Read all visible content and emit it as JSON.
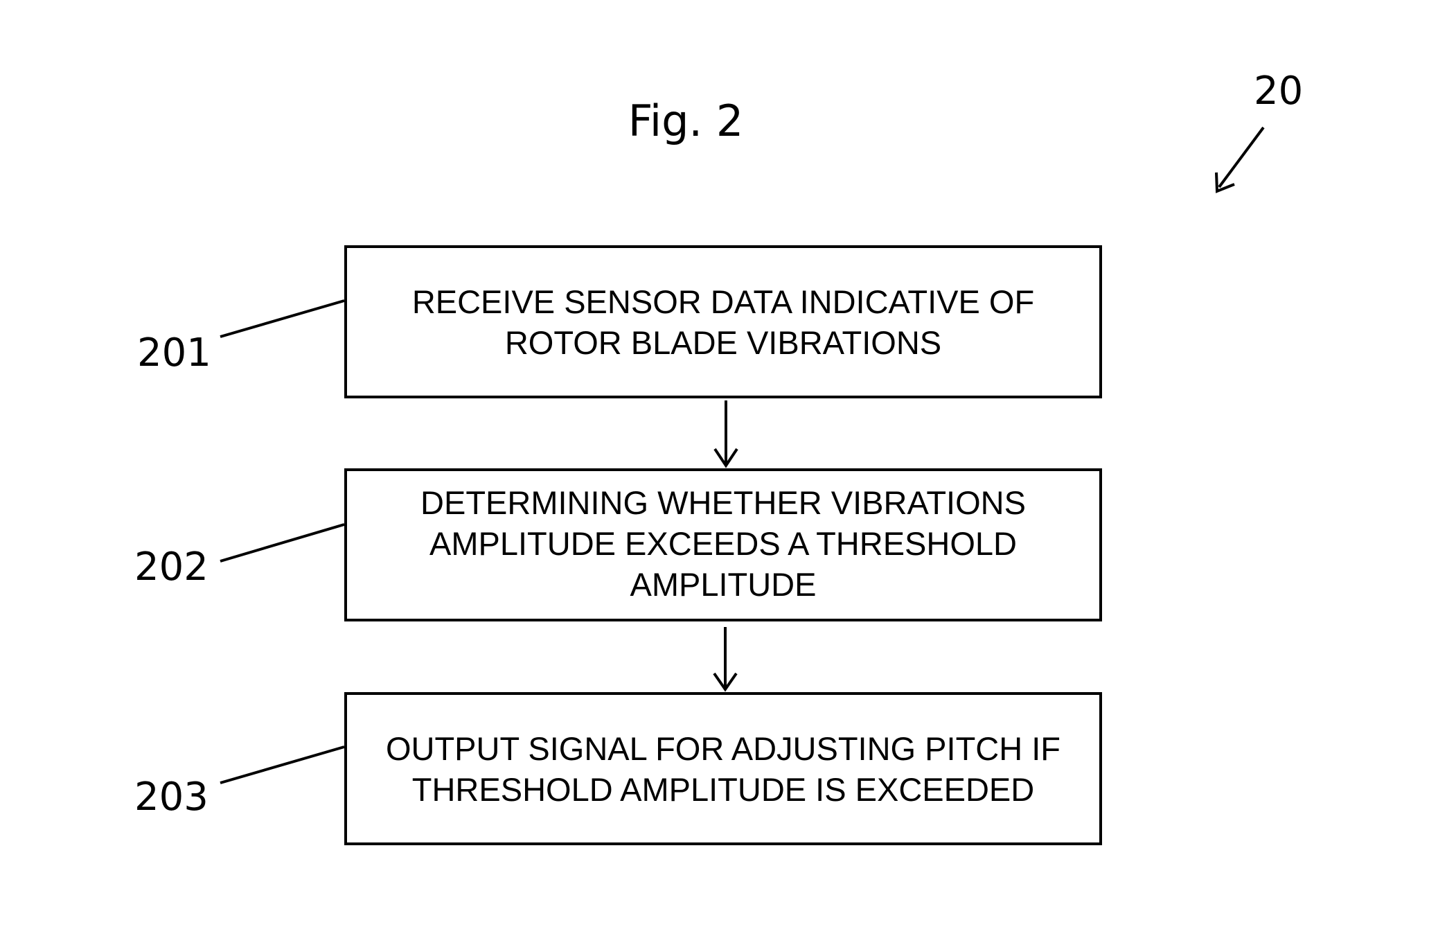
{
  "figure": {
    "title": "Fig. 2",
    "reference": "20"
  },
  "steps": [
    {
      "ref": "201",
      "text": "RECEIVE SENSOR DATA INDICATIVE OF\nROTOR BLADE VIBRATIONS"
    },
    {
      "ref": "202",
      "text": "DETERMINING WHETHER VIBRATIONS\nAMPLITUDE EXCEEDS A THRESHOLD\nAMPLITUDE"
    },
    {
      "ref": "203",
      "text": "OUTPUT SIGNAL FOR ADJUSTING PITCH IF\nTHRESHOLD AMPLITUDE IS EXCEEDED"
    }
  ],
  "colors": {
    "ink": "#000000",
    "background": "#ffffff"
  }
}
